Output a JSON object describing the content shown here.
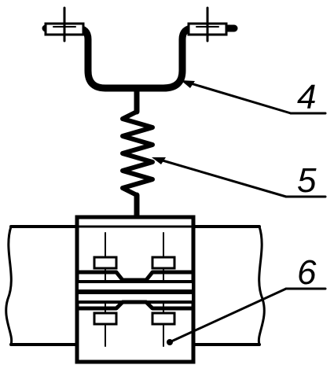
{
  "callouts": {
    "hanger": "4",
    "spring": "5",
    "clamp": "6"
  },
  "colors": {
    "ink": "#000000",
    "paper": "#ffffff"
  }
}
